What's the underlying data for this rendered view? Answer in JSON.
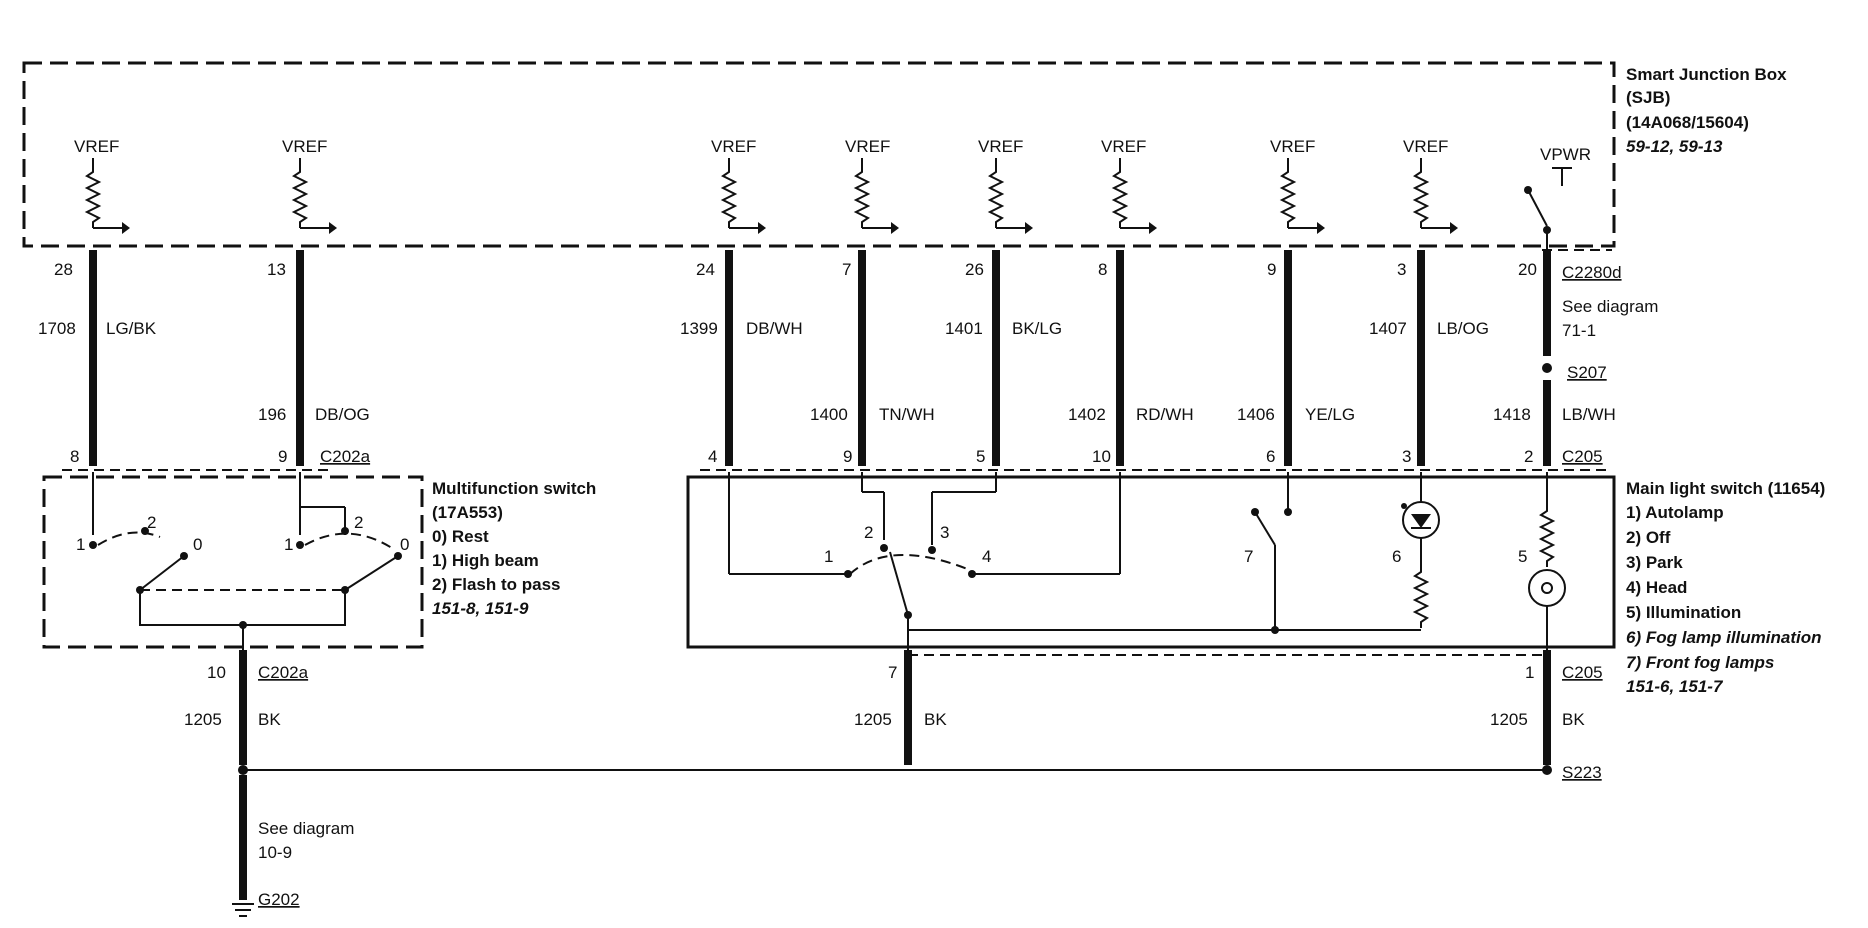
{
  "sjb": {
    "title": "Smart Junction Box",
    "abbr": "(SJB)",
    "part": "(14A068/15604)",
    "pages": "59-12, 59-13"
  },
  "vref_label": "VREF",
  "vpwr_label": "VPWR",
  "wires": [
    {
      "pin": "28",
      "circuit": "1708",
      "color": "LG/BK",
      "bottom_pin": "8"
    },
    {
      "pin": "13",
      "circuit": "196",
      "color": "DB/OG",
      "bottom_pin": "9"
    },
    {
      "pin": "24",
      "circuit": "1399",
      "color": "DB/WH",
      "bottom_pin": "4"
    },
    {
      "pin": "7",
      "circuit": "1400",
      "color": "TN/WH",
      "bottom_pin": "9"
    },
    {
      "pin": "26",
      "circuit": "1401",
      "color": "BK/LG",
      "bottom_pin": "5"
    },
    {
      "pin": "8",
      "circuit": "1402",
      "color": "RD/WH",
      "bottom_pin": "10"
    },
    {
      "pin": "9",
      "circuit": "1406",
      "color": "YE/LG",
      "bottom_pin": "6"
    },
    {
      "pin": "3",
      "circuit": "1407",
      "color": "LB/OG",
      "bottom_pin": "3"
    },
    {
      "pin": "20",
      "circuit": "1418",
      "color": "LB/WH",
      "bottom_pin": "2"
    }
  ],
  "connectors": {
    "c2280d": "C2280d",
    "c202a": "C202a",
    "c205": "C205",
    "s207": "S207",
    "s223": "S223",
    "g202": "G202"
  },
  "see_diagram_top": {
    "line1": "See diagram",
    "line2": "71-1"
  },
  "see_diagram_bottom": {
    "line1": "See diagram",
    "line2": "10-9"
  },
  "multifunction": {
    "title": "Multifunction switch",
    "part": "(17A553)",
    "items": [
      "0)  Rest",
      "1)  High beam",
      "2)  Flash to pass"
    ],
    "pages": "151-8, 151-9",
    "pos1": "1",
    "pos2": "2",
    "pos0": "0"
  },
  "main_switch": {
    "title": "Main light switch (11654)",
    "items": [
      "1)  Autolamp",
      "2)  Off",
      "3)  Park",
      "4)  Head",
      "5)  Illumination",
      "6)  Fog lamp illumination",
      "7)  Front fog lamps"
    ],
    "pages": "151-6, 151-7",
    "sw_labels": [
      "1",
      "2",
      "3",
      "4",
      "5",
      "6",
      "7"
    ]
  },
  "ground_wires": [
    {
      "pin": "10",
      "circuit": "1205",
      "color": "BK"
    },
    {
      "pin": "7",
      "circuit": "1205",
      "color": "BK"
    },
    {
      "pin": "1",
      "circuit": "1205",
      "color": "BK"
    }
  ]
}
